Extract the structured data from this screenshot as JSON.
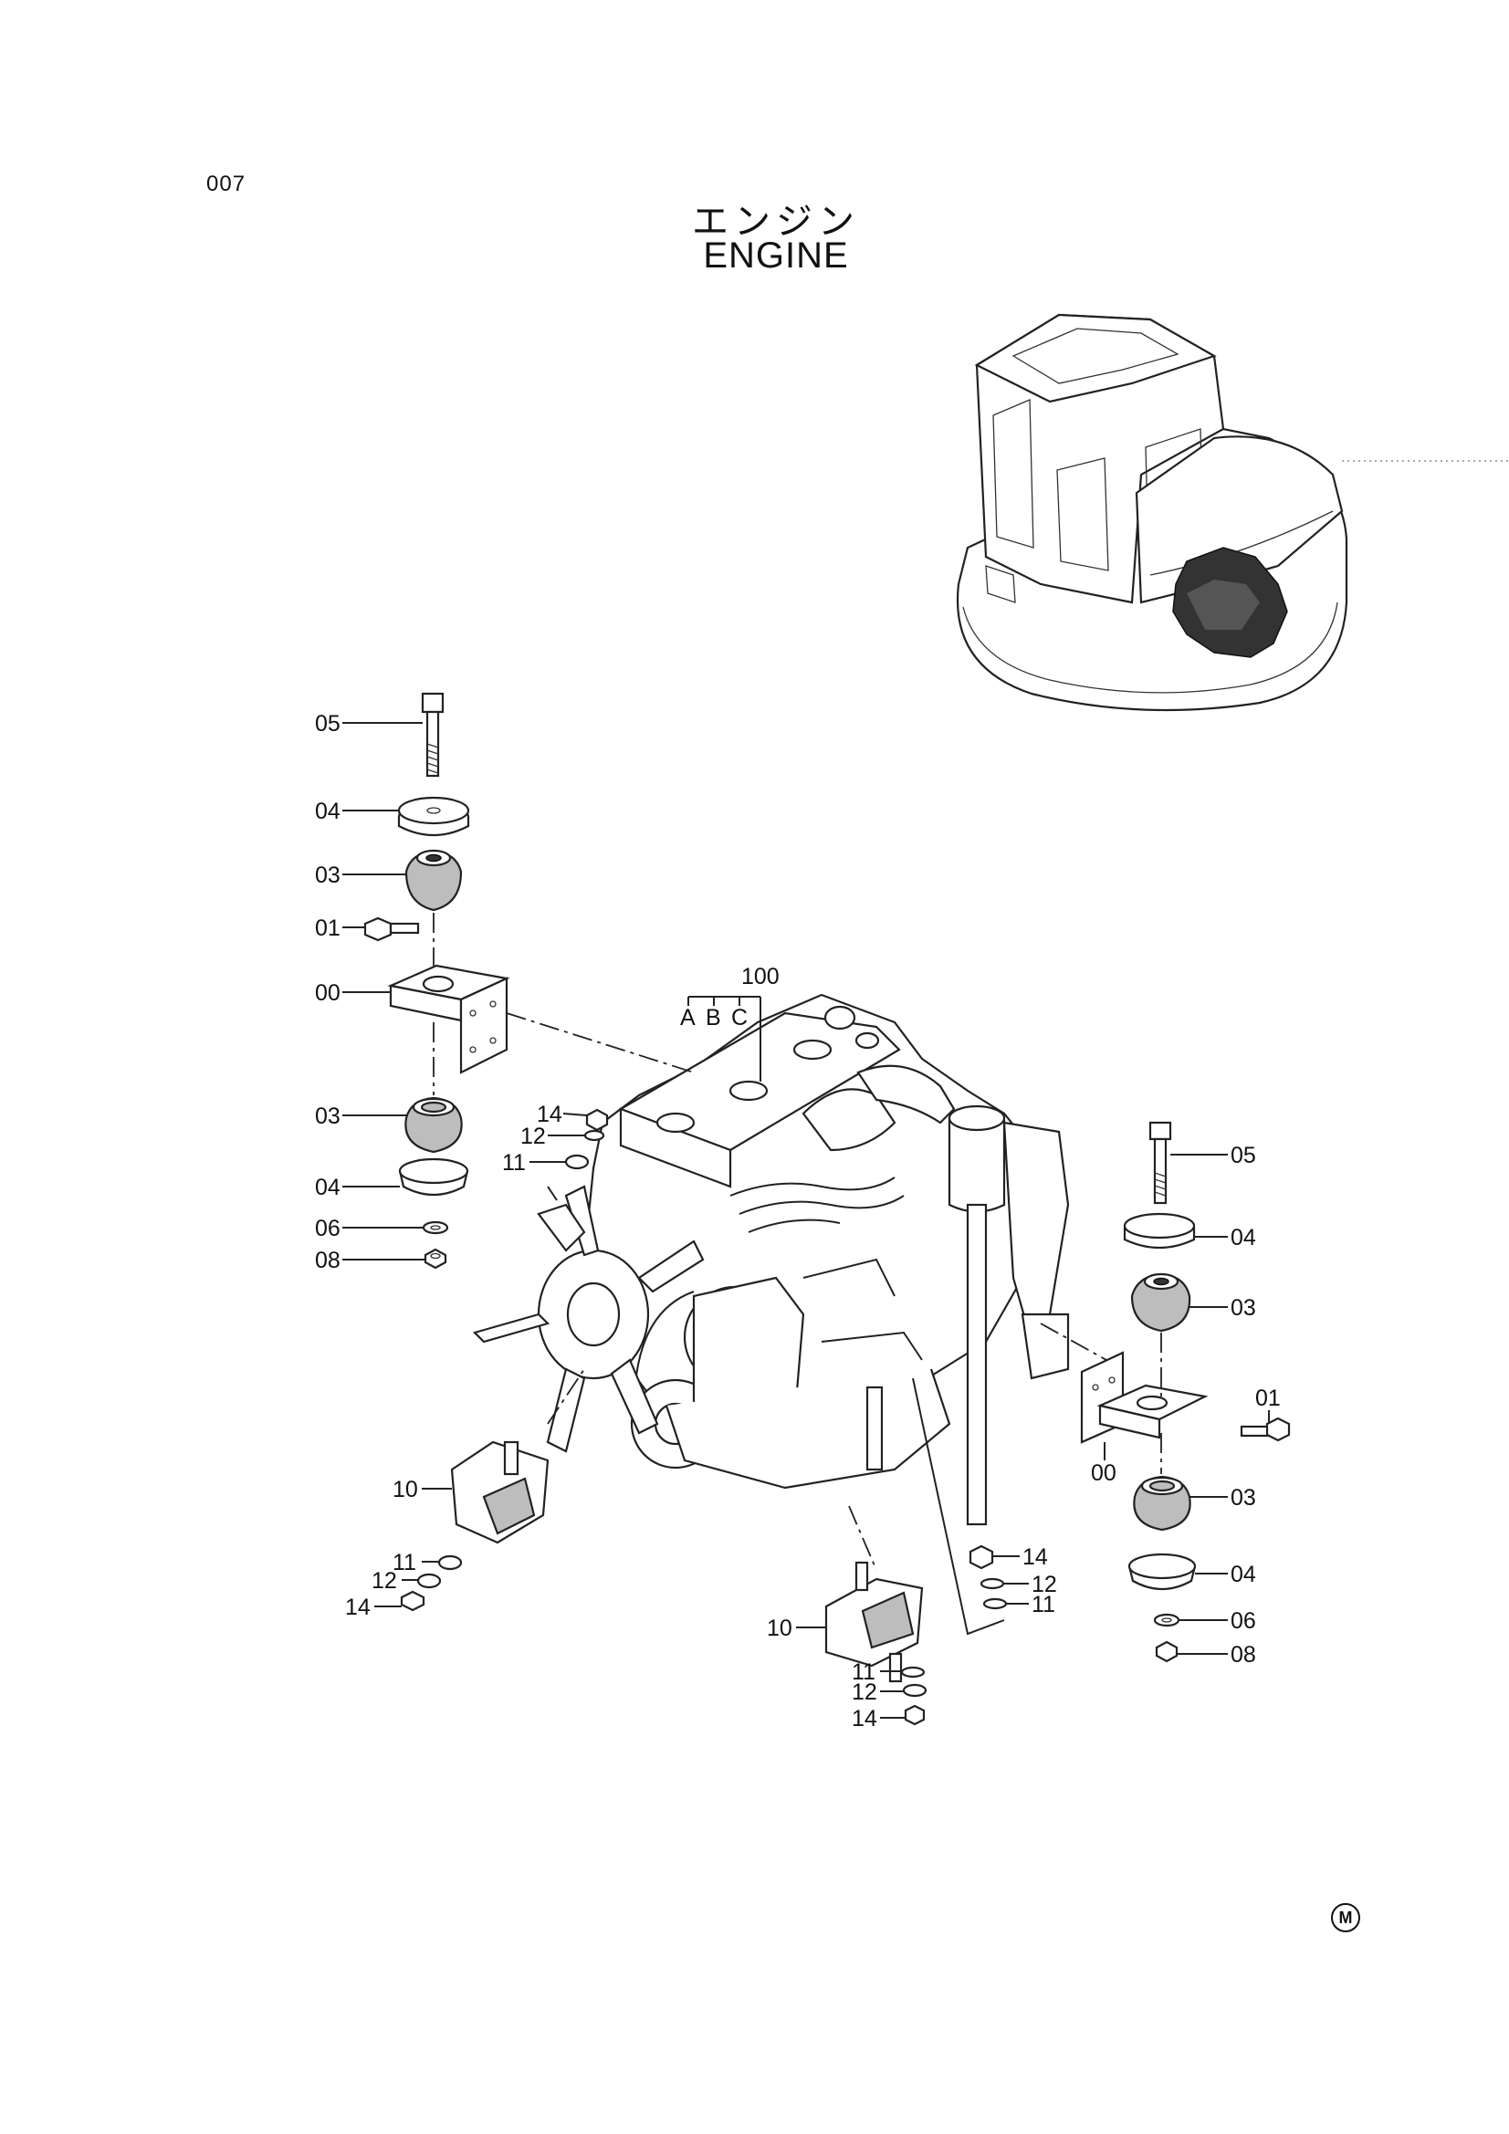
{
  "page_number": "007",
  "title_jp": "エンジン",
  "title_en": "ENGINE",
  "assembly": {
    "number": "100",
    "variants": [
      "A",
      "B",
      "C"
    ]
  },
  "callouts_left": [
    "05",
    "04",
    "03",
    "01",
    "00",
    "03",
    "04",
    "06",
    "08"
  ],
  "callouts_small_top": [
    "14",
    "12",
    "11"
  ],
  "callouts_left_bottom": [
    "10",
    "11",
    "12",
    "14"
  ],
  "callouts_center_bottom": [
    "10",
    "11",
    "12",
    "14"
  ],
  "callouts_right_small": [
    "14",
    "12",
    "11"
  ],
  "callouts_right": [
    "05",
    "04",
    "03",
    "01",
    "00",
    "03",
    "04",
    "06",
    "08"
  ],
  "maker_mark": "M"
}
